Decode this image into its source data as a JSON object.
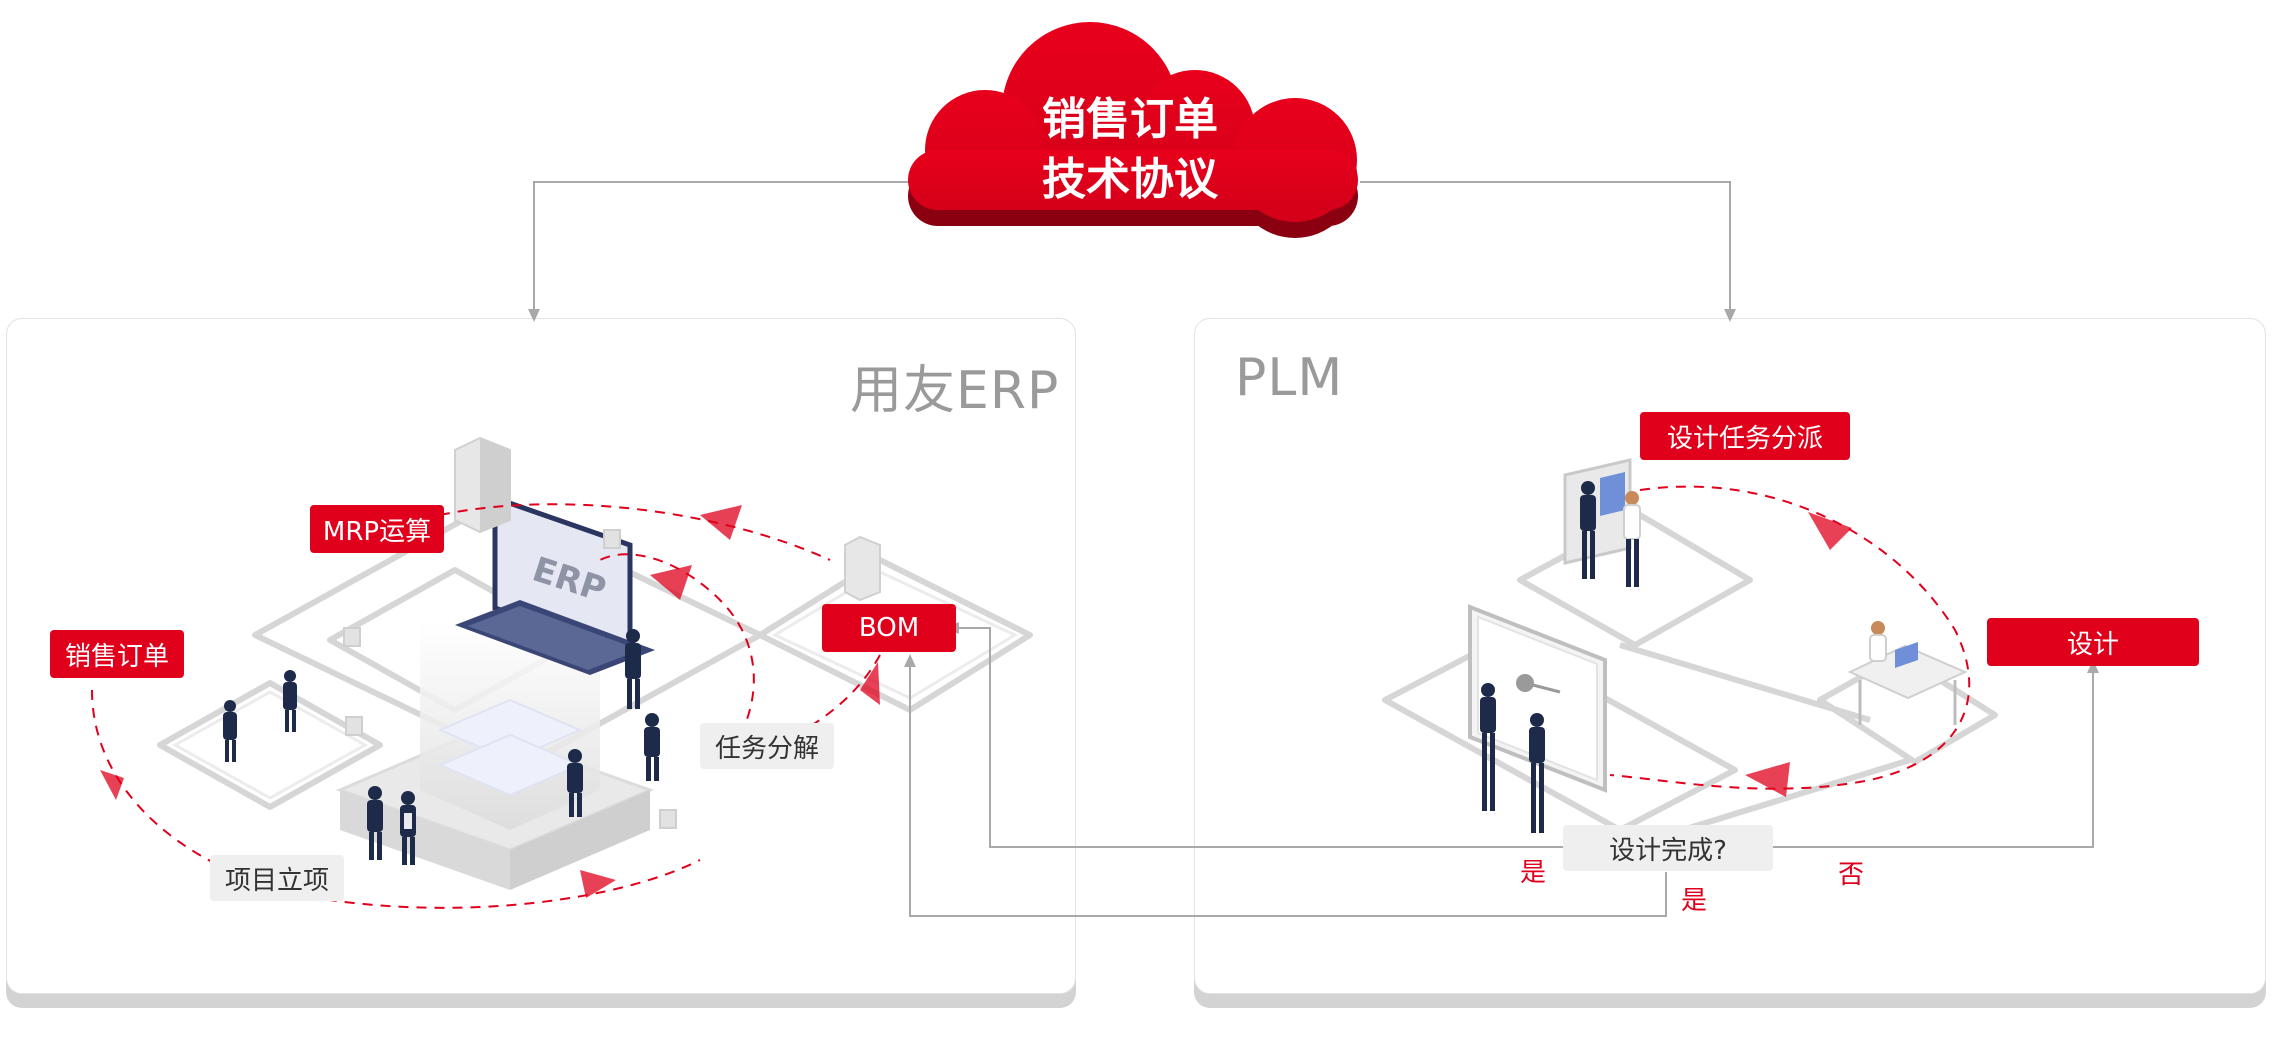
{
  "colors": {
    "accent": "#e0001b",
    "panel_title": "#9a9a9a",
    "connector": "#a9a9a9"
  },
  "cloud": {
    "line1": "销售订单",
    "line2": "技术协议"
  },
  "erp_panel": {
    "title": "用友ERP",
    "labels": {
      "sales_order": "销售订单",
      "mrp": "MRP运算",
      "bom": "BOM",
      "task_breakdown": "任务分解",
      "project_setup": "项目立项",
      "screen_text": "ERP"
    }
  },
  "plm_panel": {
    "title": "PLM",
    "labels": {
      "design_dispatch": "设计任务分派",
      "design": "设计",
      "design_done": "设计完成?",
      "yes_left": "是",
      "yes_bottom": "是",
      "no": "否"
    }
  }
}
